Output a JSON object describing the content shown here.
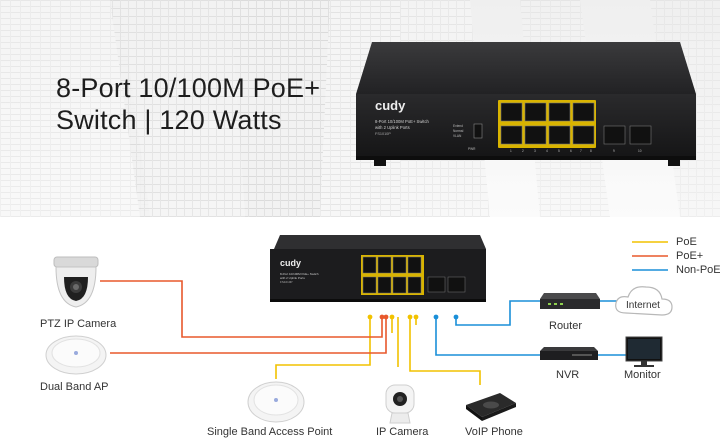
{
  "hero": {
    "title_line1": "8-Port 10/100M PoE+",
    "title_line2": "Switch | 120 Watts"
  },
  "product": {
    "brand": "cudy",
    "description_line1": "8-Port 10/100M PoE+ Switch",
    "description_line2": "with 2 Uplink Ports",
    "model": "FS1010P",
    "mode_labels": [
      "Extend",
      "Normal",
      "VLAN"
    ],
    "port_labels": [
      "1",
      "2",
      "3",
      "4",
      "5",
      "6",
      "7",
      "8",
      "9",
      "10"
    ],
    "power_label": "PWR"
  },
  "legend": {
    "items": [
      {
        "label": "PoE",
        "color": "#f2c200"
      },
      {
        "label": "PoE+",
        "color": "#e8582c"
      },
      {
        "label": "Non-PoE",
        "color": "#1a8fd8"
      }
    ]
  },
  "devices": {
    "ptz_camera": "PTZ IP Camera",
    "dual_band_ap": "Dual Band AP",
    "single_band_ap": "Single Band Access Point",
    "ip_camera": "IP Camera",
    "voip_phone": "VoIP Phone",
    "router": "Router",
    "internet": "Internet",
    "nvr": "NVR",
    "monitor": "Monitor"
  }
}
